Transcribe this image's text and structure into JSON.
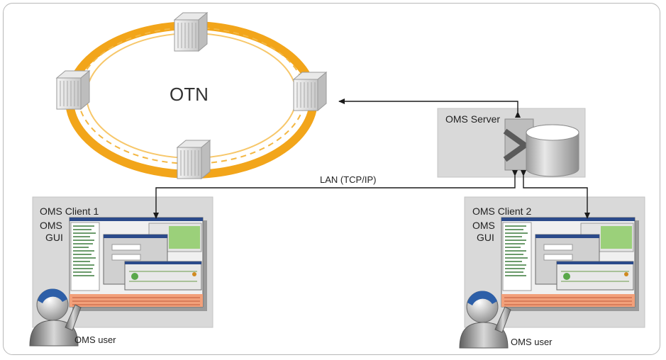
{
  "ring": {
    "label": "OTN"
  },
  "lan": {
    "label": "LAN (TCP/IP)"
  },
  "server": {
    "label": "OMS Server"
  },
  "clients": [
    {
      "label": "OMS Client 1",
      "gui_line1": "OMS",
      "gui_line2": "GUI",
      "user": "OMS user"
    },
    {
      "label": "OMS Client 2",
      "gui_line1": "OMS",
      "gui_line2": "GUI",
      "user": "OMS user"
    }
  ],
  "colors": {
    "ring": "#f2a51a",
    "panel": "#d9d9d9",
    "arrow": "#1a1a1a",
    "frame": "#b8b8b8"
  },
  "icons": [
    "network-node-icon",
    "database-server-icon",
    "user-icon",
    "oms-gui-screenshot-icon"
  ]
}
